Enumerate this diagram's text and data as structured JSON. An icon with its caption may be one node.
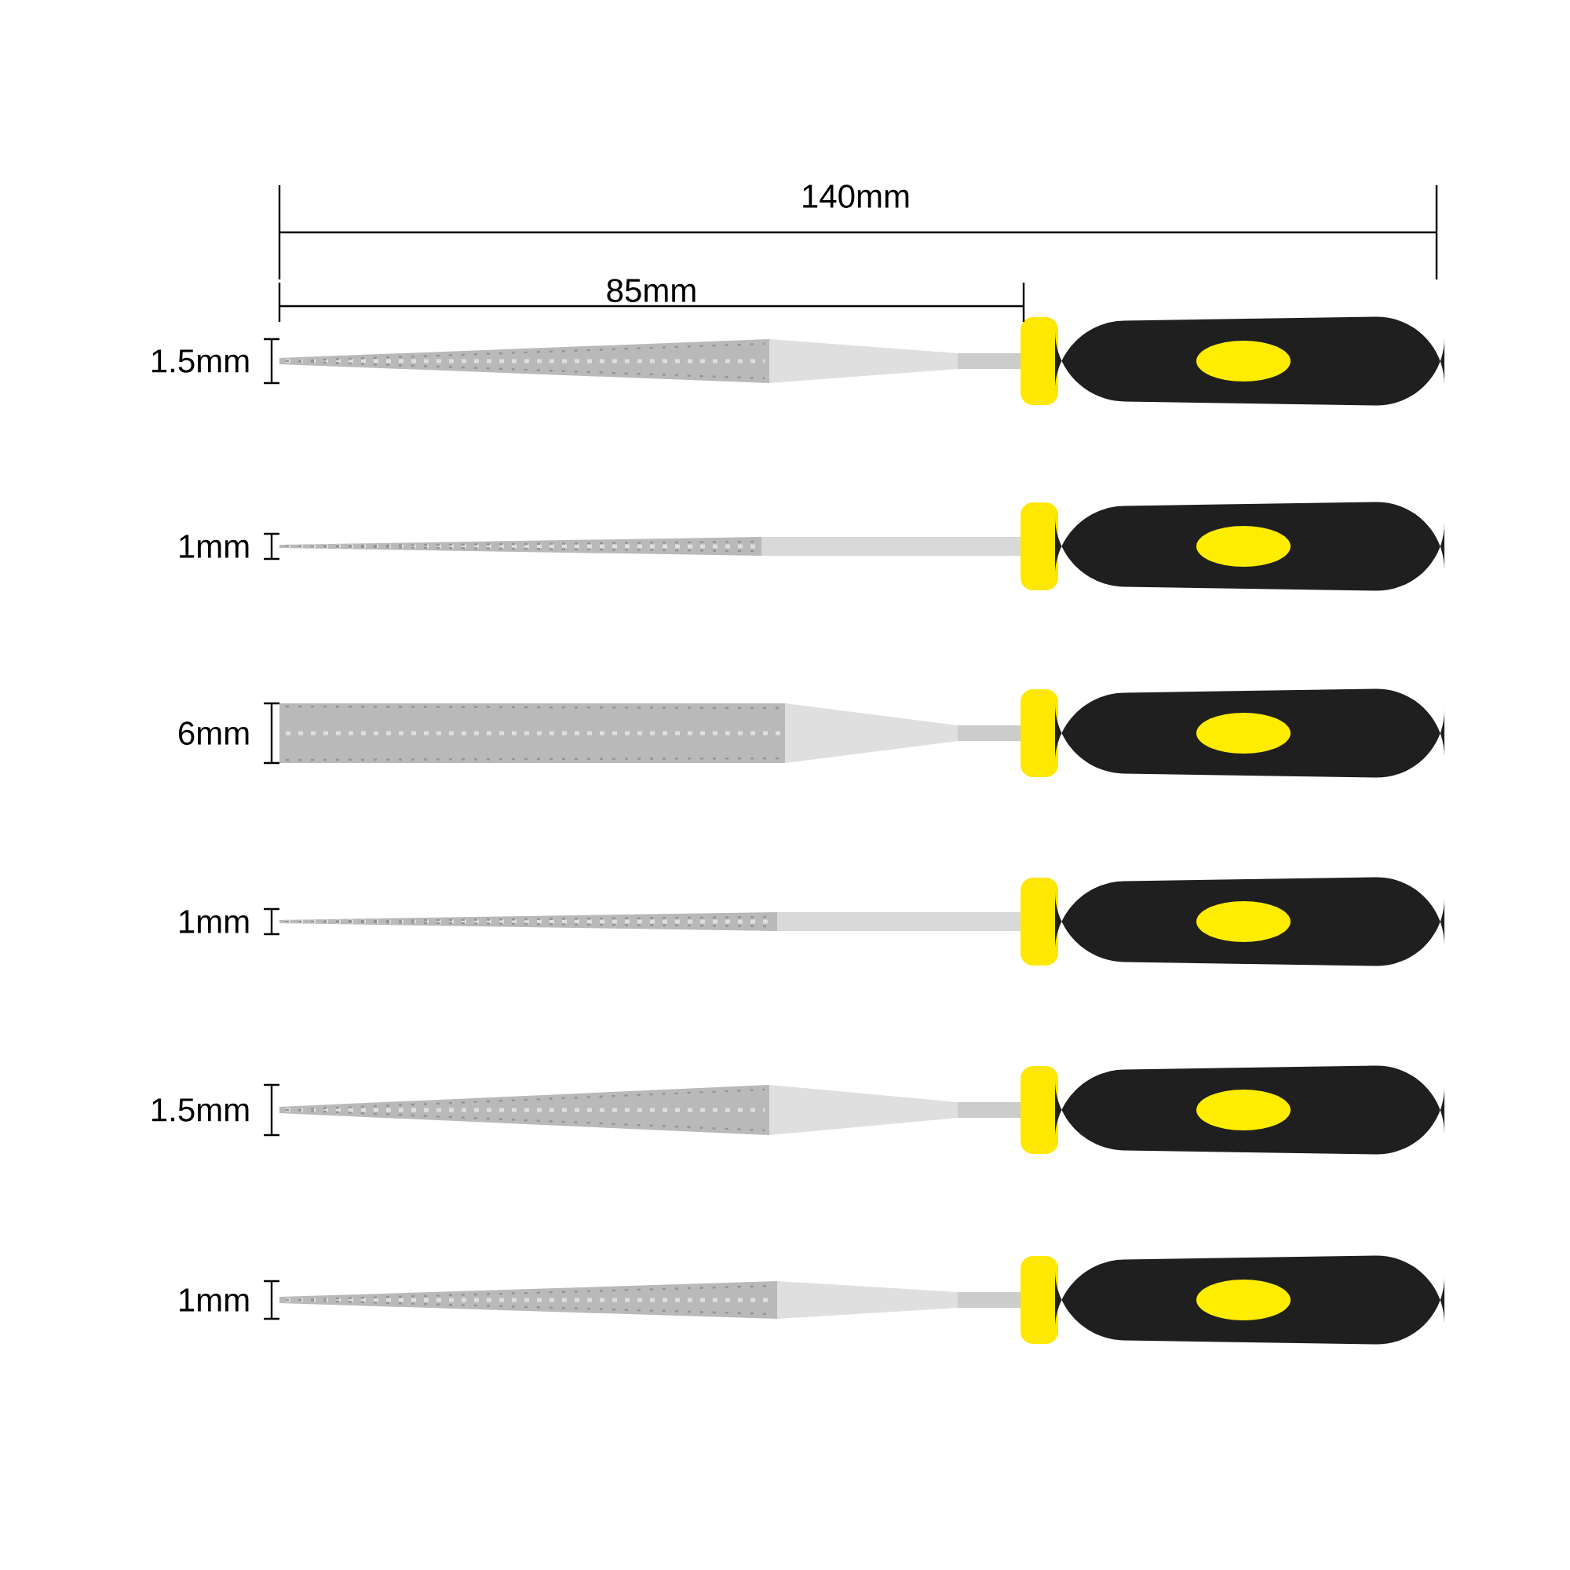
{
  "diagram": {
    "labels": [
      "140mm",
      "85mm",
      "1.5mm",
      "1mm",
      "6mm",
      "1mm",
      "1.5mm",
      "1mm"
    ]
  }
}
